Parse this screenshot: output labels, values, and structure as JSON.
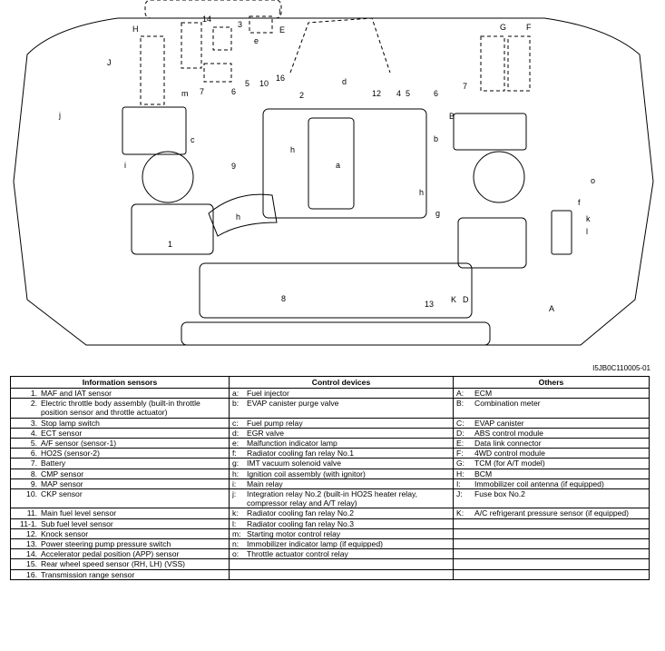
{
  "figure": {
    "id": "I5JB0C110005-01",
    "callouts": [
      "1",
      "2",
      "3",
      "4",
      "5",
      "5",
      "6",
      "6",
      "7",
      "7",
      "8",
      "9",
      "10",
      "12",
      "13",
      "14",
      "16",
      "a",
      "b",
      "c",
      "d",
      "e",
      "f",
      "g",
      "h",
      "h",
      "h",
      "i",
      "j",
      "k",
      "l",
      "m",
      "o",
      "A",
      "B",
      "D",
      "E",
      "F",
      "G",
      "H",
      "I",
      "J",
      "K"
    ]
  },
  "legend": {
    "headers": [
      "Information sensors",
      "Control devices",
      "Others"
    ],
    "information_sensors": [
      {
        "key": "1.",
        "text": "MAF and IAT sensor"
      },
      {
        "key": "2.",
        "text": "Electric throttle body assembly (built-in throttle position sensor and throttle actuator)"
      },
      {
        "key": "3.",
        "text": "Stop lamp switch"
      },
      {
        "key": "4.",
        "text": "ECT sensor"
      },
      {
        "key": "5.",
        "text": "A/F sensor (sensor-1)"
      },
      {
        "key": "6.",
        "text": "HO2S (sensor-2)"
      },
      {
        "key": "7.",
        "text": "Battery"
      },
      {
        "key": "8.",
        "text": "CMP sensor"
      },
      {
        "key": "9.",
        "text": "MAP sensor"
      },
      {
        "key": "10.",
        "text": "CKP sensor"
      },
      {
        "key": "11.",
        "text": "Main fuel level sensor"
      },
      {
        "key": "11-1.",
        "text": "Sub fuel level sensor"
      },
      {
        "key": "12.",
        "text": "Knock sensor"
      },
      {
        "key": "13.",
        "text": "Power steering pump pressure switch"
      },
      {
        "key": "14.",
        "text": "Accelerator pedal position (APP) sensor"
      },
      {
        "key": "15.",
        "text": "Rear wheel speed sensor (RH, LH) (VSS)"
      },
      {
        "key": "16.",
        "text": "Transmission range sensor"
      }
    ],
    "control_devices": [
      {
        "key": "a:",
        "text": "Fuel injector"
      },
      {
        "key": "b:",
        "text": "EVAP canister purge valve"
      },
      {
        "key": "c:",
        "text": "Fuel pump relay"
      },
      {
        "key": "d:",
        "text": "EGR valve"
      },
      {
        "key": "e:",
        "text": "Malfunction indicator lamp"
      },
      {
        "key": "f:",
        "text": "Radiator cooling fan relay No.1"
      },
      {
        "key": "g:",
        "text": "IMT vacuum solenoid valve"
      },
      {
        "key": "h:",
        "text": "Ignition coil assembly (with ignitor)"
      },
      {
        "key": "i:",
        "text": "Main relay"
      },
      {
        "key": "j:",
        "text": "Integration relay No.2 (built-in HO2S heater relay, compressor relay and A/T relay)"
      },
      {
        "key": "k:",
        "text": "Radiator cooling fan relay No.2"
      },
      {
        "key": "l:",
        "text": "Radiator cooling fan relay No.3"
      },
      {
        "key": "m:",
        "text": "Starting motor control relay"
      },
      {
        "key": "n:",
        "text": "Immobilizer indicator lamp (if equipped)"
      },
      {
        "key": "o:",
        "text": "Throttle actuator control relay"
      }
    ],
    "others": [
      {
        "key": "A:",
        "text": "ECM"
      },
      {
        "key": "B:",
        "text": "Combination meter"
      },
      {
        "key": "C:",
        "text": "EVAP canister"
      },
      {
        "key": "D:",
        "text": "ABS control module"
      },
      {
        "key": "E:",
        "text": "Data link connector"
      },
      {
        "key": "F:",
        "text": "4WD control module"
      },
      {
        "key": "G:",
        "text": "TCM (for A/T model)"
      },
      {
        "key": "H:",
        "text": "BCM"
      },
      {
        "key": "I:",
        "text": "Immobilizer coil antenna (if equipped)"
      },
      {
        "key": "J:",
        "text": "Fuse box No.2"
      },
      {
        "key": "K:",
        "text": "A/C refrigerant pressure sensor (if equipped)"
      }
    ]
  }
}
